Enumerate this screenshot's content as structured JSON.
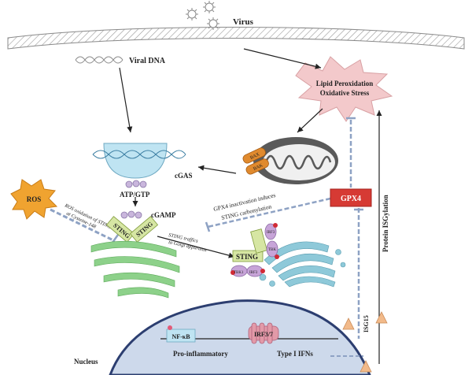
{
  "labels": {
    "virus": "Virus",
    "viral_dna": "Viral DNA",
    "lipid_perox_line1": "Lipid Peroxidation",
    "lipid_perox_line2": "Oxidative Stress",
    "cgas": "cGAS",
    "atp_gtp": "ATP/GTP",
    "cgamp": "cGAMP",
    "ros": "ROS",
    "ros_note_line1": "ROS oxidation of STING",
    "ros_note_line2": "at Cysteine-148",
    "sting": "STING",
    "sting_traffic_line1": "STING traffics",
    "sting_traffic_line2": "to Golgi apparatus",
    "gpx4_note_line1": "GPX4 inactivation induces",
    "gpx4_note_line2": "STING carbonylation",
    "gpx4": "GPX4",
    "bax": "BAX",
    "bak": "BAK",
    "tbk1": "TBK1",
    "irf3": "IRF3",
    "tbk_short": "TBK",
    "nfkb": "NF-κB",
    "irf37": "IRF3/7",
    "protein_isgylation": "Protein ISGylation",
    "isg15": "ISG15",
    "nucleus": "Nucleus",
    "pro_inflammatory": "Pro-inflammatory",
    "type1_ifns": "Type I IFNs"
  },
  "colors": {
    "membrane": "#b7b7b7",
    "lipid_burst": "#f3c9cb",
    "gpx4_box": "#d63a34",
    "cgas": "#bfe4f2",
    "sting_er": "#8dd18a",
    "golgi": "#8ec9d9",
    "nucleus": "#cdd9eb",
    "ros": "#f0a330",
    "inhibit_line": "#8ea2c4",
    "isg_triangle": "#f2ba8a"
  }
}
